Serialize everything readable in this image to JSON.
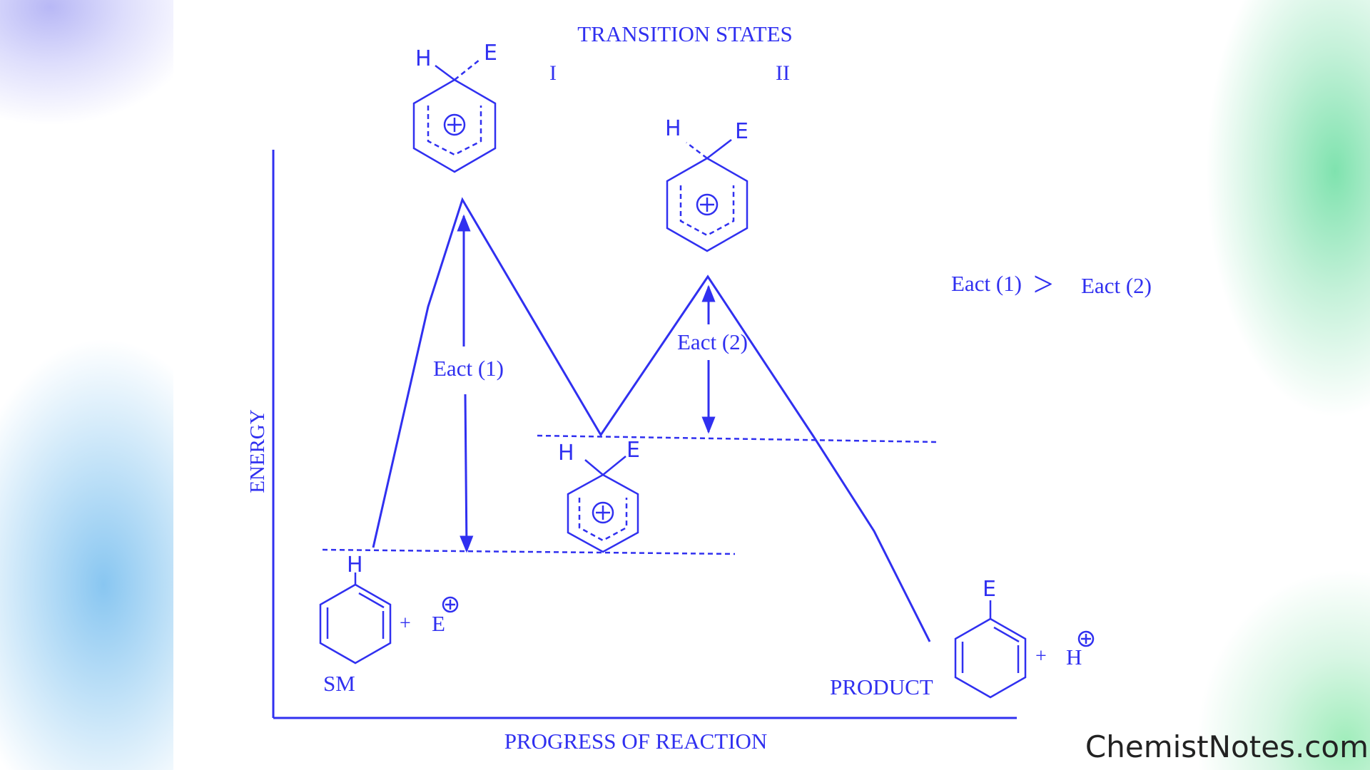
{
  "diagram": {
    "title": "TRANSITION STATES",
    "ts_label_1": "I",
    "ts_label_2": "II",
    "y_axis_label": "ENERGY",
    "x_axis_label": "PROGRESS OF REACTION",
    "eact1_label": "Eact (1)",
    "eact2_label": "Eact (2)",
    "comparison_left": "Eact (1)",
    "comparison_symbol": ">",
    "comparison_right": "Eact (2)",
    "start_label": "SM",
    "product_label": "PRODUCT",
    "plus": "+",
    "electrophile": "E",
    "proton": "H",
    "atom_h": "H",
    "atom_e": "E"
  },
  "colors": {
    "diagram_blue": "#3030f0"
  },
  "watermark": "ChemistNotes.com"
}
